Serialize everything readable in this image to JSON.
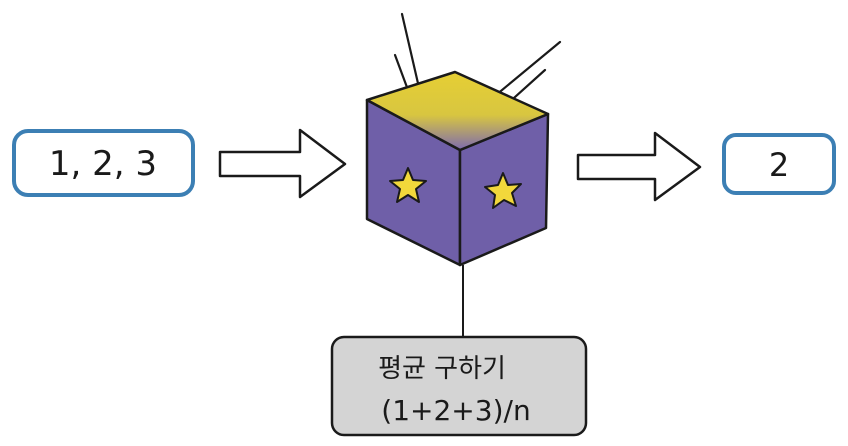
{
  "input_box": {
    "text": "1, 2, 3"
  },
  "output_box": {
    "text": "2"
  },
  "function_label": {
    "title": "평균 구하기",
    "formula": "(1+2+3)/n"
  },
  "colors": {
    "box_border": "#3c7fb4",
    "cube_side": "#6f5fa8",
    "cube_top_light": "#e6cf34",
    "star_fill": "#f2d83b",
    "label_fill": "#d4d4d4",
    "outline": "#1a1a1a"
  },
  "icons": [
    "right-arrow-icon",
    "magic-cube-icon",
    "star-icon"
  ]
}
